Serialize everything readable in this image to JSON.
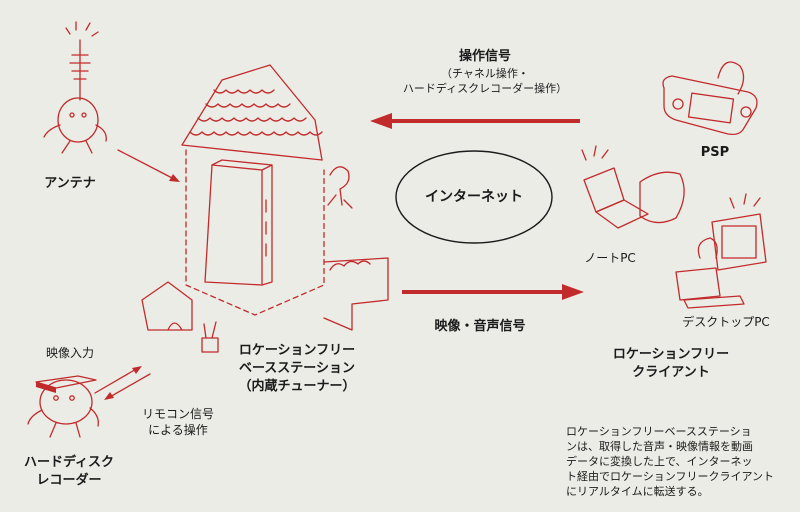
{
  "center": {
    "label": "インターネット"
  },
  "base_station": {
    "label_lines": [
      "ロケーションフリー",
      "ベースステーション",
      "（内蔵チューナー）"
    ]
  },
  "antenna": {
    "label": "アンテナ"
  },
  "hdd_recorder": {
    "label_lines": [
      "ハードディスク",
      "レコーダー"
    ],
    "video_input_label": "映像入力",
    "remote_label_lines": [
      "リモコン信号",
      "による操作"
    ]
  },
  "control_arrow": {
    "label_lines": [
      "操作信号",
      "（チャネル操作・",
      "ハードディスクレコーダー操作）"
    ]
  },
  "video_arrow": {
    "label": "映像・音声信号"
  },
  "clients": {
    "psp_label": "PSP",
    "notebook_label": "ノートPC",
    "desktop_label": "デスクトップPC",
    "group_label_lines": [
      "ロケーションフリー",
      "クライアント"
    ]
  },
  "description_lines": [
    "ロケーションフリーベースステーショ",
    "ンは、取得した音声・映像情報を動画",
    "データに変換した上で、インターネッ",
    "ト経由でロケーションフリークライアント",
    "にリアルタイムに転送する。"
  ],
  "colors": {
    "accent": "#c22b2b",
    "ink": "#1b1b1b",
    "paper": "#ecece7"
  }
}
